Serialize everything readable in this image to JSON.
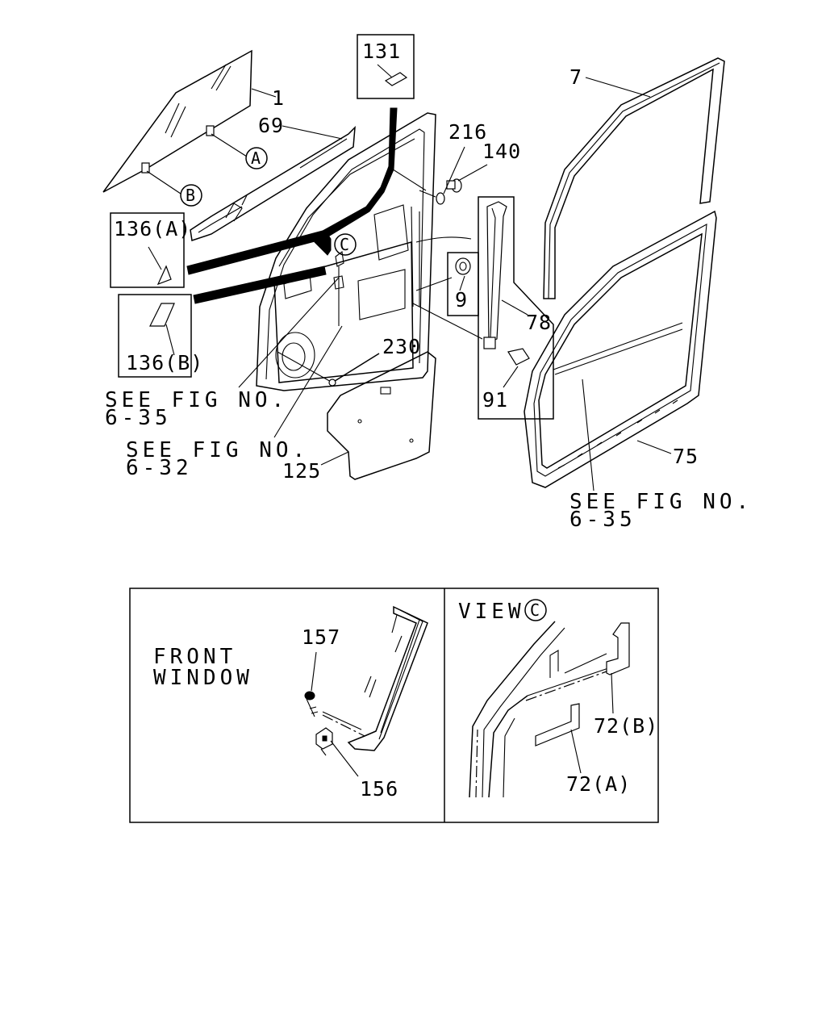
{
  "callouts": {
    "p1": "1",
    "p69": "69",
    "p131": "131",
    "p216": "216",
    "p140": "140",
    "p7": "7",
    "p136a": "136(A)",
    "p136b": "136(B)",
    "p9": "9",
    "p78": "78",
    "p91": "91",
    "p230": "230",
    "p125": "125",
    "p75": "75",
    "p157": "157",
    "p156": "156",
    "p72a": "72(A)",
    "p72b": "72(B)"
  },
  "circle_markers": {
    "a": "A",
    "b": "B",
    "c": "C",
    "view_c": "C"
  },
  "references": {
    "ref1_line1": "SEE FIG NO.",
    "ref1_line2": "6-35",
    "ref2_line1": "SEE FIG NO.",
    "ref2_line2": "6-32",
    "ref3_line1": "SEE FIG NO.",
    "ref3_line2": "6-35"
  },
  "inset": {
    "front_window_line1": "FRONT",
    "front_window_line2": "WINDOW",
    "view_label": "VIEW"
  }
}
